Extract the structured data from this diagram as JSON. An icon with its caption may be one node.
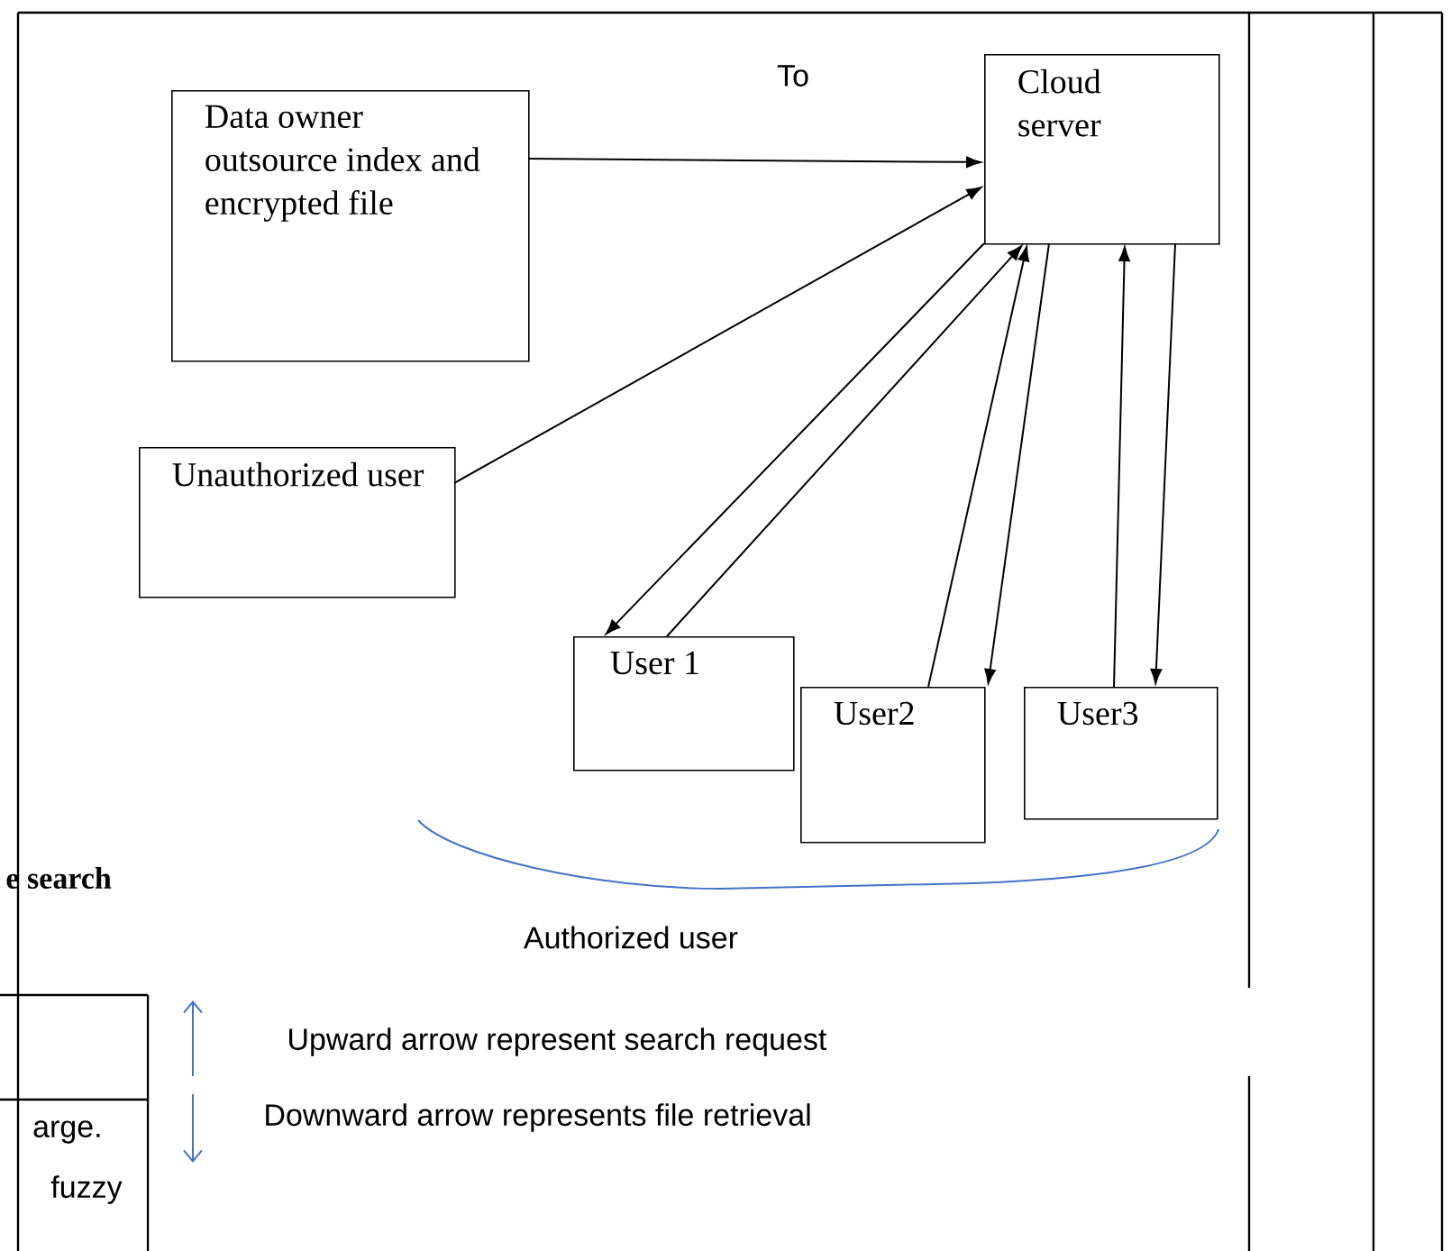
{
  "diagram": {
    "nodes": [
      {
        "text": [
          "Data owner outsource index and encrypted file"
        ]
      },
      {
        "text": [
          "Cloud server"
        ]
      },
      {
        "text": [
          "Unauthorized user"
        ]
      },
      {
        "text": [
          "User 1"
        ]
      },
      {
        "text": [
          "User2"
        ]
      },
      {
        "text": [
          "User3"
        ]
      }
    ],
    "edges": [
      {
        "from": 0,
        "to": 1,
        "arrow": "to"
      },
      {
        "from": 2,
        "to": 1,
        "arrow": "to"
      },
      {
        "from": 1,
        "to": 3,
        "arrow": "to"
      },
      {
        "from": 3,
        "to": 1,
        "arrow": "to"
      },
      {
        "from": 4,
        "to": 1,
        "arrow": "to"
      },
      {
        "from": 1,
        "to": 4,
        "arrow": "to"
      },
      {
        "from": 5,
        "to": 1,
        "arrow": "to"
      },
      {
        "from": 1,
        "to": 5,
        "arrow": "to"
      }
    ],
    "labels": [
      "To",
      "e search",
      "Authorized user",
      "arge.",
      "fuzzy"
    ],
    "legend": [
      {
        "text": "Upward arrow represent search request"
      },
      {
        "text": "Downward arrow represents file retrieval"
      }
    ]
  }
}
